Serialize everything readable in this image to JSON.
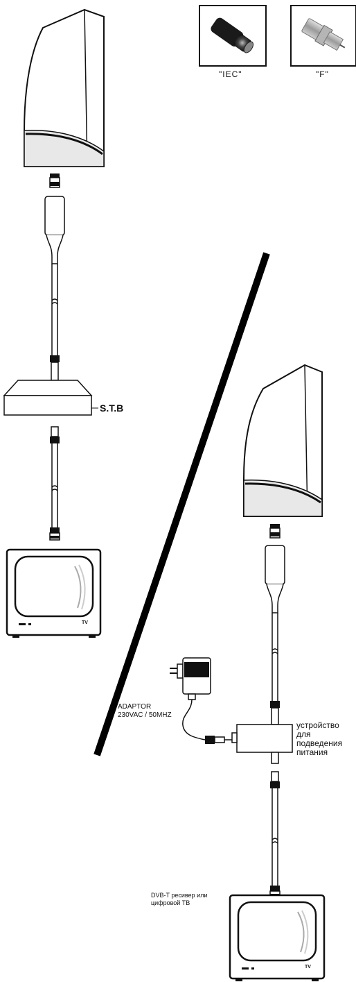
{
  "connectors": {
    "iec_label": "\"IEC\"",
    "f_label": "\"F\""
  },
  "setup_a": {
    "stb_label": "S.T.B",
    "tv_badge": "TV"
  },
  "setup_b": {
    "adaptor_line1": "ADAPTOR",
    "adaptor_line2": "230VAC / 50MHZ",
    "inserter_line1": "устройство",
    "inserter_line2": "для",
    "inserter_line3": "подведения",
    "inserter_line4": "питания",
    "receiver_line1": "DVB-T ресивер или",
    "receiver_line2": "цифровой ТВ",
    "tv_badge": "TV"
  },
  "colors": {
    "line": "#111111",
    "divider": "#000000",
    "antenna_base": "#e8e8e8",
    "background": "#ffffff"
  }
}
